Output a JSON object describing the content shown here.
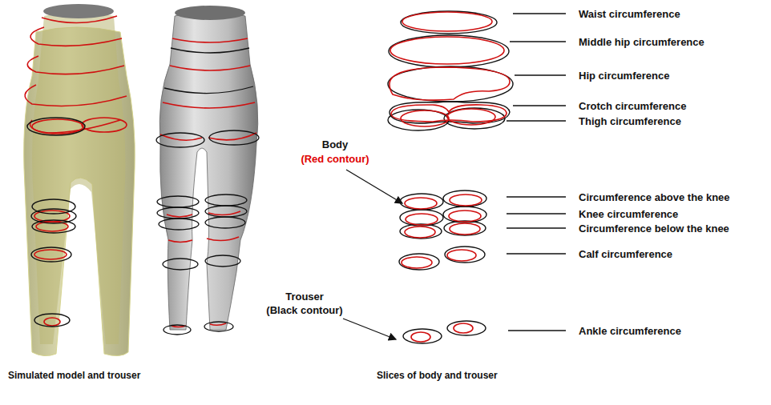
{
  "diagram": {
    "labels": [
      "Waist circumference",
      "Middle hip circumference",
      "Hip circumference",
      "Crotch circumference",
      "Thigh circumference",
      "Circumference above the knee",
      "Knee circumference",
      "Circumference below the knee",
      "Calf circumference",
      "Ankle circumference",
      "Body",
      "(Red contour)",
      "Trouser",
      "(Black contour)",
      "Simulated model and  trouser",
      "Slices of body and trouser"
    ]
  }
}
